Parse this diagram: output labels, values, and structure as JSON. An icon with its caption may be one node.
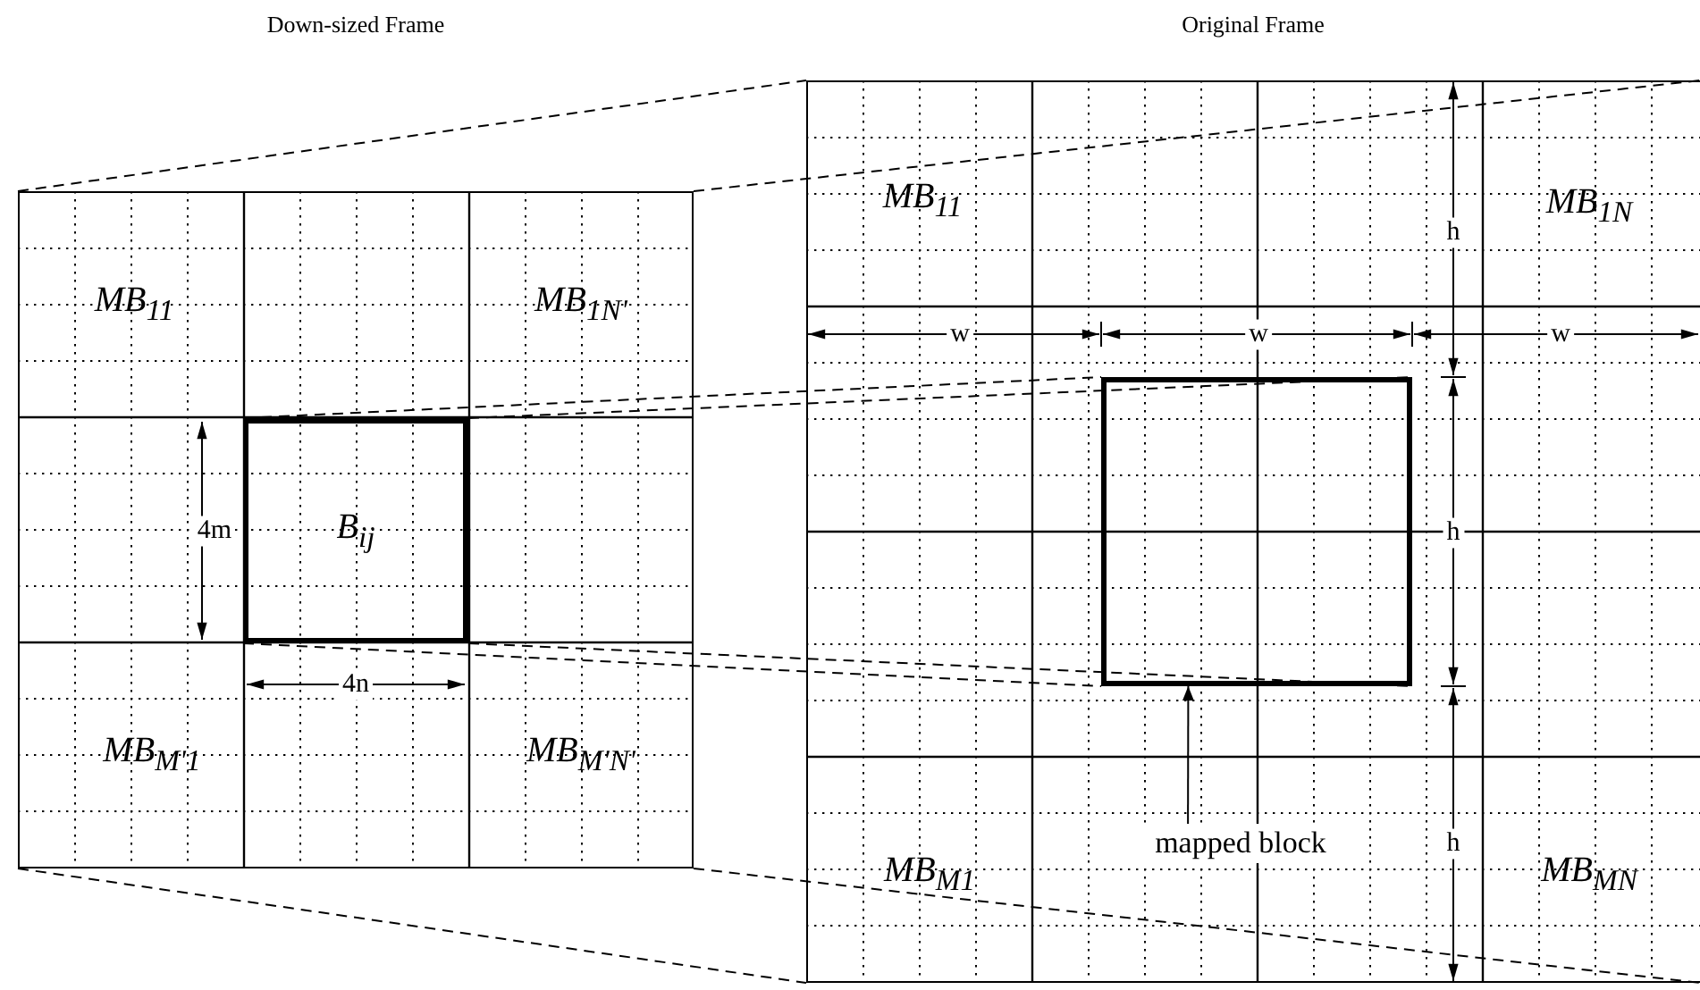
{
  "diagram": {
    "nodes": [
      {
        "text": [],
        "shape": "box"
      },
      {
        "text": [],
        "shape": "box"
      },
      {
        "text": [
          "B$_{ij}$"
        ],
        "in": 0
      },
      {
        "text": [],
        "shape": "box",
        "in": 1
      },
      {
        "text": [
          "mapped block"
        ],
        "in": 1
      }
    ],
    "edges": [
      {
        "from": 0,
        "to": 1,
        "arrow": "none",
        "style": "dashed"
      },
      {
        "from": 0,
        "to": 1,
        "arrow": "none",
        "style": "dashed"
      },
      {
        "from": 0,
        "to": 1,
        "arrow": "none",
        "style": "dashed"
      },
      {
        "from": 0,
        "to": 1,
        "arrow": "none",
        "style": "dashed"
      },
      {
        "from": 2,
        "to": 3,
        "arrow": "none",
        "style": "dashed"
      },
      {
        "from": 2,
        "to": 3,
        "arrow": "none",
        "style": "dashed"
      },
      {
        "from": 2,
        "to": 3,
        "arrow": "none",
        "style": "dashed"
      },
      {
        "from": 2,
        "to": 3,
        "arrow": "none",
        "style": "dashed"
      },
      {
        "from": 4,
        "to": 3,
        "arrow": "to"
      }
    ],
    "labels": [
      "Down-sized Frame",
      "Original Frame",
      "MB$_{11}$",
      "MB$_{1N'}$",
      "4m",
      "4n",
      "MB$_{M'1}$",
      "MB$_{M'N'}$",
      "MB$_{11}$",
      "MB$_{1N}$",
      "h",
      "w",
      "w",
      "w",
      "h",
      "h",
      "MB$_{M1}$",
      "MB$_{MN}$"
    ]
  }
}
